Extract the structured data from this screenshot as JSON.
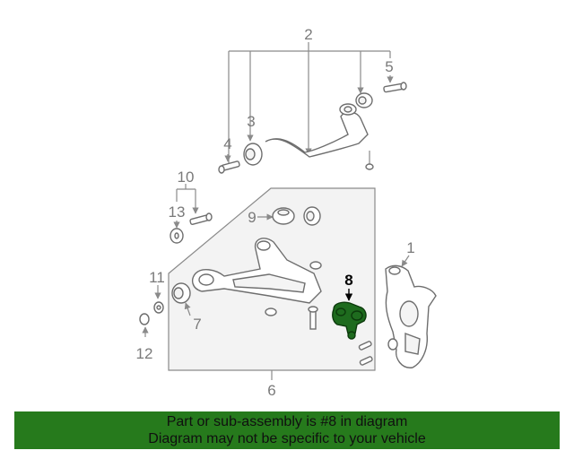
{
  "diagram": {
    "highlight_color": "#267a1c",
    "highlighted_part": "8",
    "callouts": {
      "c1": "1",
      "c2": "2",
      "c3": "3",
      "c4": "4",
      "c5": "5",
      "c6": "6",
      "c7": "7",
      "c8": "8",
      "c9": "9",
      "c10": "10",
      "c11": "11",
      "c12": "12",
      "c13": "13"
    }
  },
  "banner": {
    "line1": "Part or sub-assembly is #8 in diagram",
    "line2": "Diagram may not be specific to your vehicle"
  }
}
